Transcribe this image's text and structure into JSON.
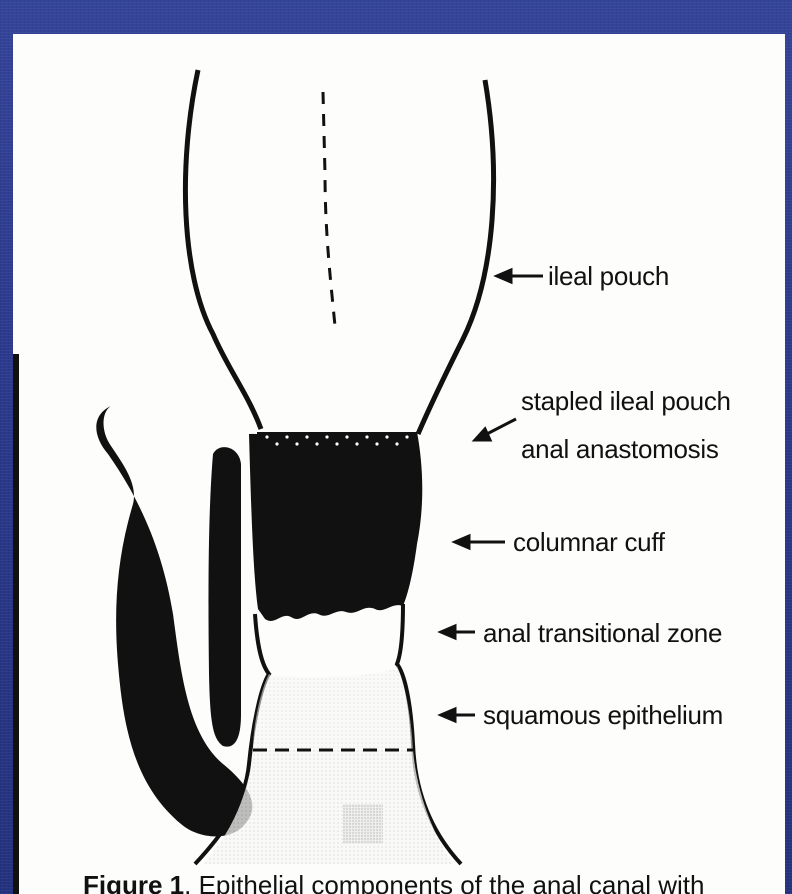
{
  "diagram": {
    "labels": {
      "ileal_pouch": "ileal pouch",
      "anastomosis_line1": "stapled ileal pouch",
      "anastomosis_line2": "anal anastomosis",
      "columnar_cuff": "columnar cuff",
      "anal_transitional_zone": "anal transitional zone",
      "squamous_epithelium": "squamous epithelium"
    },
    "caption": {
      "lead": "Figure 1",
      "text": "Epithelial components of the anal canal with"
    },
    "colors": {
      "background": "#2b3a8e",
      "panel": "#fdfdfb",
      "ink": "#111111"
    }
  }
}
